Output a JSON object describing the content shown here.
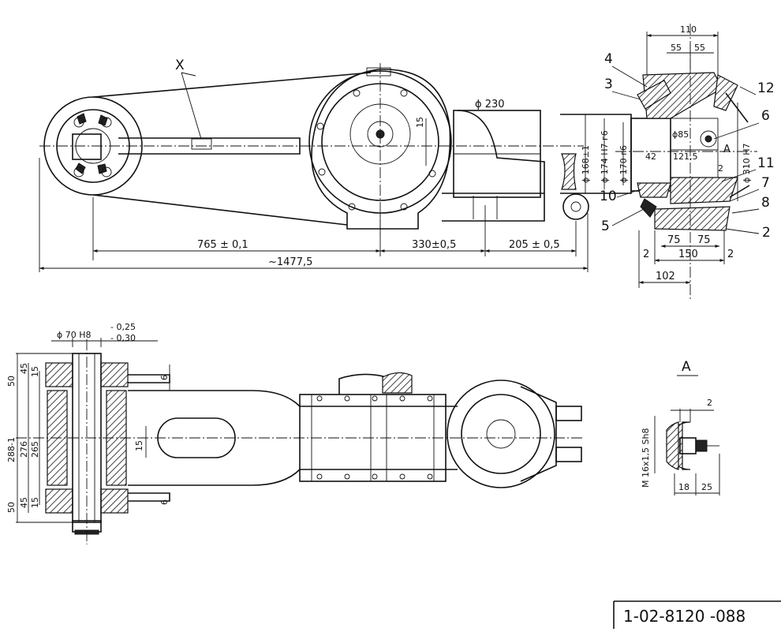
{
  "drawing": {
    "number": "1-02-8120 -088",
    "view_marker": "X",
    "section_marker": "A"
  },
  "top_view": {
    "dims": {
      "d230": "ϕ 230",
      "d15": "15",
      "len1": "765 ± 0,1",
      "len2": "330±0,5",
      "len3": "205 ± 0,5",
      "total": "~1477,5"
    }
  },
  "section": {
    "dims": {
      "w110": "110",
      "w55a": "55",
      "w55b": "55",
      "d168": "ϕ 168±1",
      "d174": "ϕ 174 H7 г6",
      "d170": "ϕ 170 г6",
      "d85": "ϕ85",
      "d42": "42",
      "d121": "121,5",
      "d310": "ϕ 310 H7",
      "a2": "2",
      "w75a": "75",
      "w75b": "75",
      "w150": "150",
      "b2a": "2",
      "b2b": "2",
      "w102": "102"
    },
    "parts": [
      "4",
      "3",
      "12",
      "6",
      "11",
      "7",
      "8",
      "10",
      "5",
      "2"
    ],
    "section_label": "A"
  },
  "bottom_view": {
    "dims": {
      "d70": "ϕ 70 H8",
      "tol_upper": "- 0,25",
      "tol_lower": "- 0,30",
      "v50a": "50",
      "v45a": "45",
      "v15a": "15",
      "v6a": "6",
      "v288": "288-1",
      "v276": "276",
      "v265": "265",
      "v15c": "15",
      "v50b": "50",
      "v45b": "45",
      "v15b": "15",
      "v6b": "6"
    }
  },
  "detail_a": {
    "title": "A",
    "dims": {
      "gap": "2",
      "thread": "M 16x1,5 Sh8",
      "w18": "18",
      "w25": "25"
    }
  }
}
